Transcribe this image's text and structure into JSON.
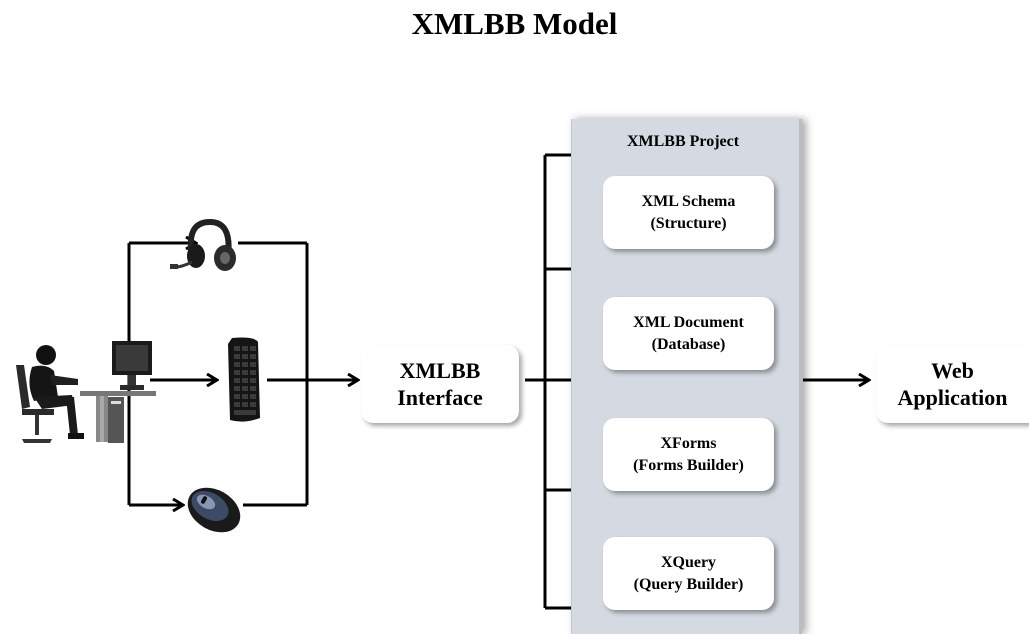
{
  "title": "XMLBB Model",
  "interface_box": {
    "line1": "XMLBB",
    "line2": "Interface"
  },
  "project": {
    "title": "XMLBB Project",
    "modules": [
      {
        "line1": "XML Schema",
        "line2": "(Structure)"
      },
      {
        "line1": "XML Document",
        "line2": "(Database)"
      },
      {
        "line1": "XForms",
        "line2": "(Forms Builder)"
      },
      {
        "line1": "XQuery",
        "line2": "(Query Builder)"
      }
    ]
  },
  "output_box": {
    "line1": "Web",
    "line2": "Application"
  },
  "icons": [
    "user-at-computer-icon",
    "headset-icon",
    "keyboard-icon",
    "mouse-icon"
  ],
  "colors": {
    "panel": "#d5dae2",
    "box": "#ffffff",
    "line": "#000000"
  }
}
